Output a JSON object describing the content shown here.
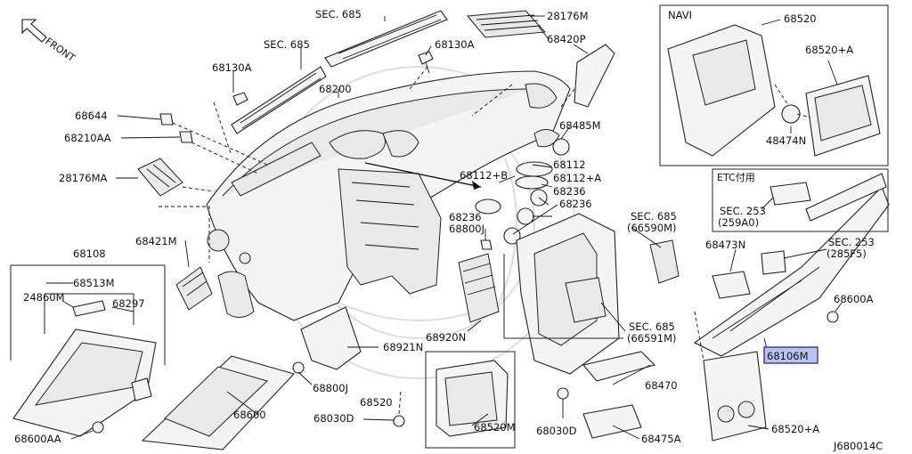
{
  "diagram": {
    "direction": "FRONT",
    "code": "J680014C",
    "boxes": {
      "navi": {
        "title": "NAVI"
      },
      "etc": {
        "title": "ETC付用"
      }
    },
    "labels": {
      "sec685_top": "SEC. 685",
      "sec685_mid": "SEC. 685",
      "p28176M": "28176M",
      "p68420P": "68420P",
      "p68130A_r": "68130A",
      "p68130A_l": "68130A",
      "p68200": "68200",
      "p68644": "68644",
      "p68210AA": "68210AA",
      "p68485M": "68485M",
      "p28176MA": "28176MA",
      "p68112B": "68112+B",
      "p68112": "68112",
      "p68112A": "68112+A",
      "p68236_1": "68236",
      "p68236_2": "68236",
      "p68236_3": "68236",
      "p68800J_1": "68800J",
      "p68421M": "68421M",
      "p68108": "68108",
      "p68513M": "68513M",
      "p24860M": "24860M",
      "p68297": "68297",
      "sec685_66590": "SEC. 685",
      "sec685_66590_sub": "(66590M)",
      "p68920N": "68920N",
      "p68921N": "68921N",
      "sec685_66591": "SEC. 685",
      "sec685_66591_sub": "(66591M)",
      "p68800J_2": "68800J",
      "p68520": "68520",
      "p68470": "68470",
      "p68600": "68600",
      "p68030D_l": "68030D",
      "p68520M": "68520M",
      "p68030D_r": "68030D",
      "p68475A": "68475A",
      "p68600AA": "68600AA",
      "navi_68520": "68520",
      "navi_68520A": "68520+A",
      "navi_48474N": "48474N",
      "etc_sec253": "SEC. 253",
      "etc_sec253_sub": "(259A0)",
      "p68473N": "68473N",
      "sec253_285F5": "SEC. 253",
      "sec253_285F5_sub": "(285F5)",
      "p68600A": "68600A",
      "p68106M": "68106M",
      "p68520A_bottom": "68520+A"
    }
  }
}
